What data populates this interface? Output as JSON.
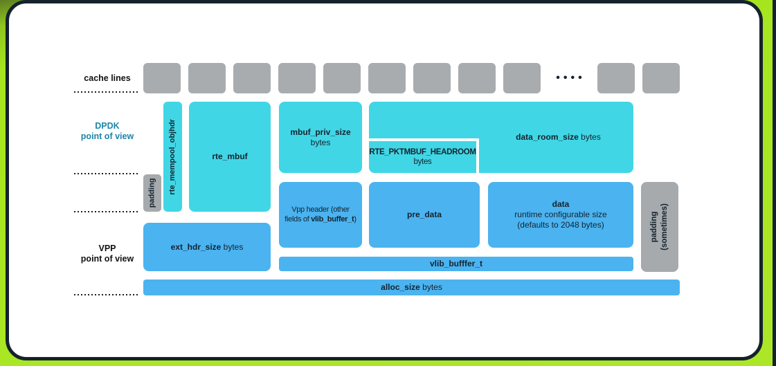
{
  "colors": {
    "dpdk_cyan": "#41d6e5",
    "vpp_blue": "#4bb3f0",
    "cache_gray": "#a9acaf",
    "padding_gray": "#a6aaad",
    "border_navy": "#15222e",
    "accent_lime": "#a6e41f",
    "accent_olive": "#5e7d24",
    "dpdk_label_teal": "#1b86a8",
    "card_white": "#ffffff"
  },
  "left_labels": {
    "cache_lines": "cache lines",
    "dpdk": {
      "line1": "DPDK",
      "line2": "point of view"
    },
    "vpp": {
      "line1": "VPP",
      "line2": "point of view"
    }
  },
  "cache_row": {
    "ellipsis": "••••"
  },
  "dpdk_view": {
    "rte_mempool_objhdr": "rte_mempool_objhdr",
    "rte_mbuf": "rte_mbuf",
    "mbuf_priv_size": {
      "name": "mbuf_priv_size",
      "unit": "bytes"
    },
    "data_room_size": {
      "name": "data_room_size",
      "unit": " bytes"
    },
    "headroom": {
      "name": "RTE_PKTMBUF_HEADROOM",
      "unit": "bytes"
    },
    "padding": "padding"
  },
  "vpp_view": {
    "vpp_header": {
      "line1": "Vpp header (other",
      "line2_pre": "fields of ",
      "line2_bold": "vlib_buffer_t",
      "line2_post": ")"
    },
    "pre_data": "pre_data",
    "data": {
      "name": "data",
      "line2": "runtime configurable size",
      "line3": "(defaults to 2048 bytes)"
    },
    "padding_sometimes": {
      "line1": "padding",
      "line2": "(sometimes)"
    },
    "ext_hdr_size": {
      "name": "ext_hdr_size",
      "unit": " bytes"
    },
    "vlib_buffer_bar": "vlib_bufffer_t",
    "alloc_size": {
      "name": "alloc_size",
      "unit": " bytes"
    }
  }
}
